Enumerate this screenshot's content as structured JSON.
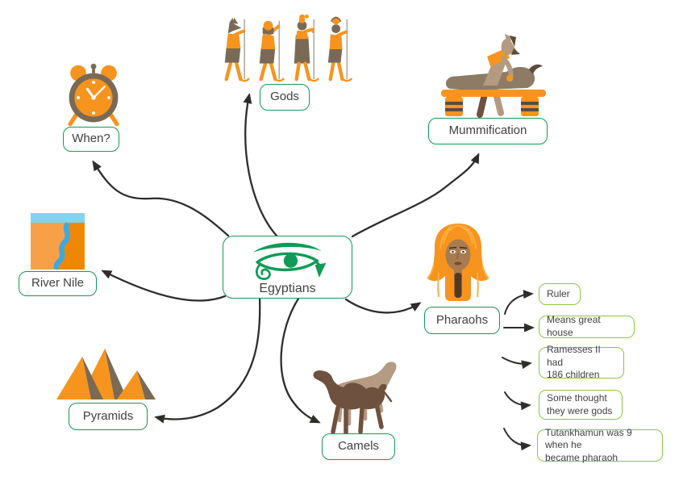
{
  "title": "Egyptians mind map",
  "colors": {
    "green_dark": "#0f9b55",
    "green_light": "#8dc63f",
    "orange": "#f7941e",
    "orange_light": "#fbb040",
    "brown": "#7a6a55",
    "brown_dark": "#5d4b3c",
    "tan": "#b39a80",
    "mummy_gray": "#8d7b66",
    "camel_dark": "#6e513f",
    "camel_light": "#b59b84",
    "skin": "#a87c50",
    "beard": "#503a26",
    "arrow_dark": "#2e2d2c",
    "text_dark": "#414042",
    "river_blue": "#3fa9dc",
    "sky_blue": "#82d3ee",
    "sand_light": "#f8a048",
    "sand_dark": "#ef8800",
    "staff_gray": "#b0a89e"
  },
  "center": {
    "label": "Egyptians",
    "icon": "eye-of-horus"
  },
  "nodes": [
    {
      "id": "when",
      "label": "When?",
      "icon": "alarm-clock"
    },
    {
      "id": "gods",
      "label": "Gods",
      "icon": "egyptian-gods"
    },
    {
      "id": "mummification",
      "label": "Mummification",
      "icon": "mummification-scene"
    },
    {
      "id": "river-nile",
      "label": "River Nile",
      "icon": "river-nile"
    },
    {
      "id": "pharaohs",
      "label": "Pharaohs",
      "icon": "pharaoh-mask"
    },
    {
      "id": "pyramids",
      "label": "Pyramids",
      "icon": "pyramids"
    },
    {
      "id": "camels",
      "label": "Camels",
      "icon": "camels"
    }
  ],
  "pharaoh_facts": [
    {
      "lines": [
        "Ruler"
      ]
    },
    {
      "lines": [
        "Means great house"
      ]
    },
    {
      "lines": [
        "Ramesses II had",
        "186 children"
      ]
    },
    {
      "lines": [
        "Some thought",
        "they were gods"
      ]
    },
    {
      "lines": [
        "Tutankhamun was 9 when he",
        "became pharaoh"
      ]
    }
  ]
}
